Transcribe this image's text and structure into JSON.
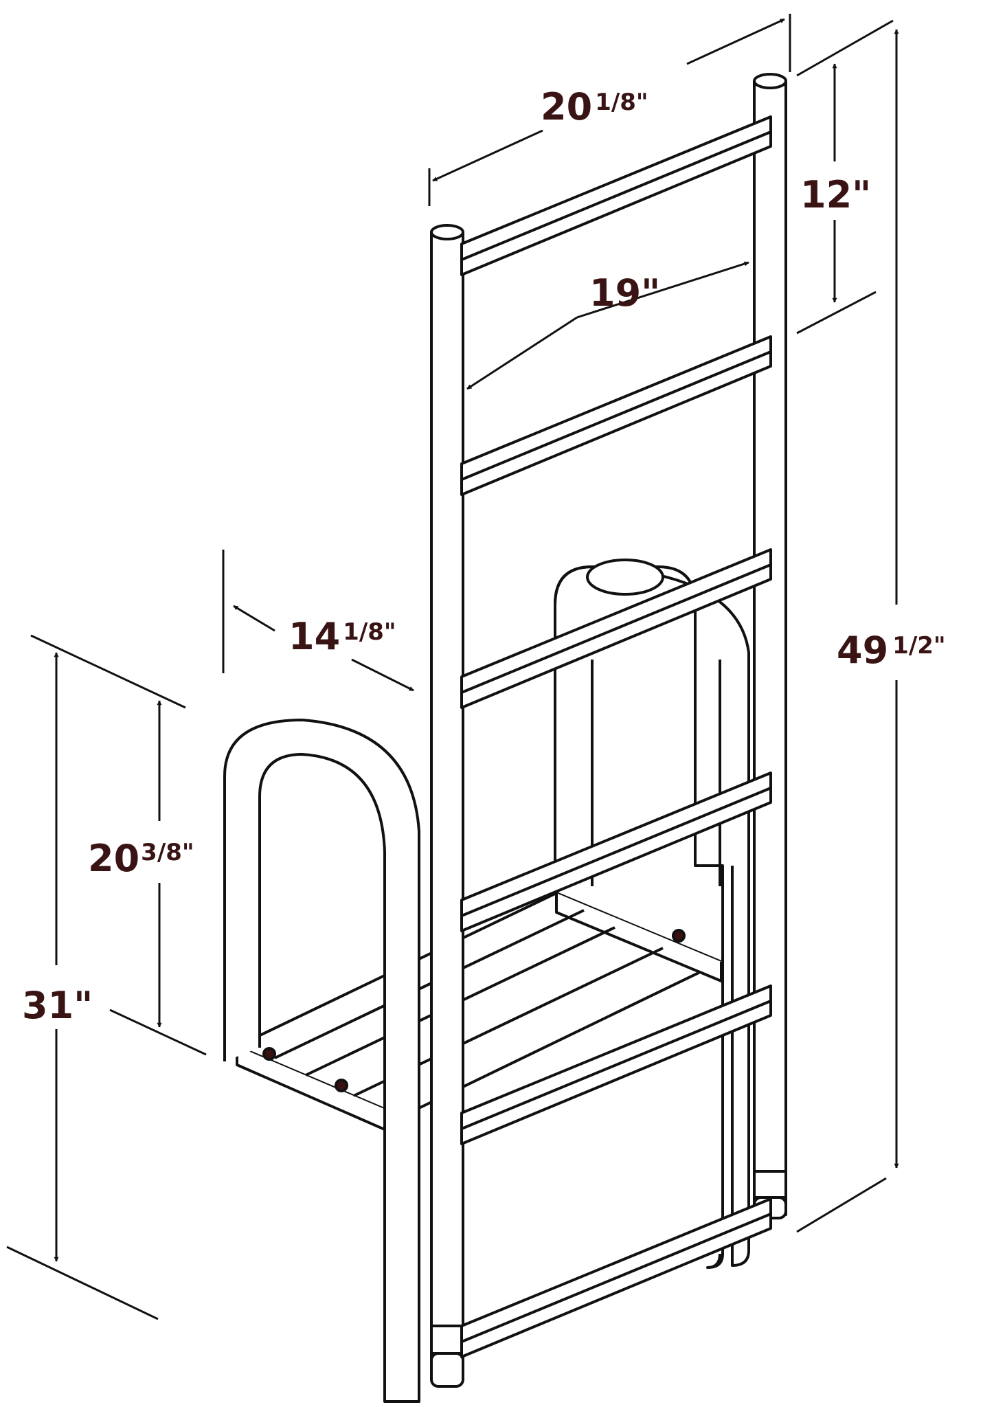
{
  "colors": {
    "ink": "#111111",
    "label": "#3a1414",
    "background": "#ffffff",
    "bolt": "#3a1010"
  },
  "dimensions": {
    "overall_width": {
      "whole": "20",
      "fraction": "1/8\""
    },
    "rung_spacing": {
      "whole": "12\""
    },
    "rung_width": {
      "whole": "19\""
    },
    "overall_height": {
      "whole": "49",
      "fraction": "1/2\""
    },
    "step_depth": {
      "whole": "14",
      "fraction": "1/8\""
    },
    "handrail_height": {
      "whole": "20",
      "fraction": "3/8\""
    },
    "side_height": {
      "whole": "31\""
    }
  }
}
